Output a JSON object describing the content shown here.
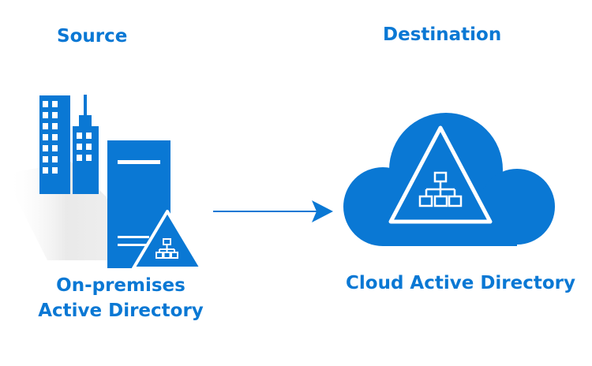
{
  "source_heading": "Source",
  "destination_heading": "Destination",
  "onprem_label": {
    "line1": "On-premises",
    "line2": "Active Directory"
  },
  "cloud_label": "Cloud Active Directory",
  "colors": {
    "brand_blue": "#0a78d4",
    "shadow_gray": "#e6e6e6",
    "white": "#ffffff"
  },
  "icons": [
    "office-buildings-icon",
    "server-icon",
    "directory-triangle-icon",
    "cloud-icon",
    "arrow-right-icon"
  ]
}
